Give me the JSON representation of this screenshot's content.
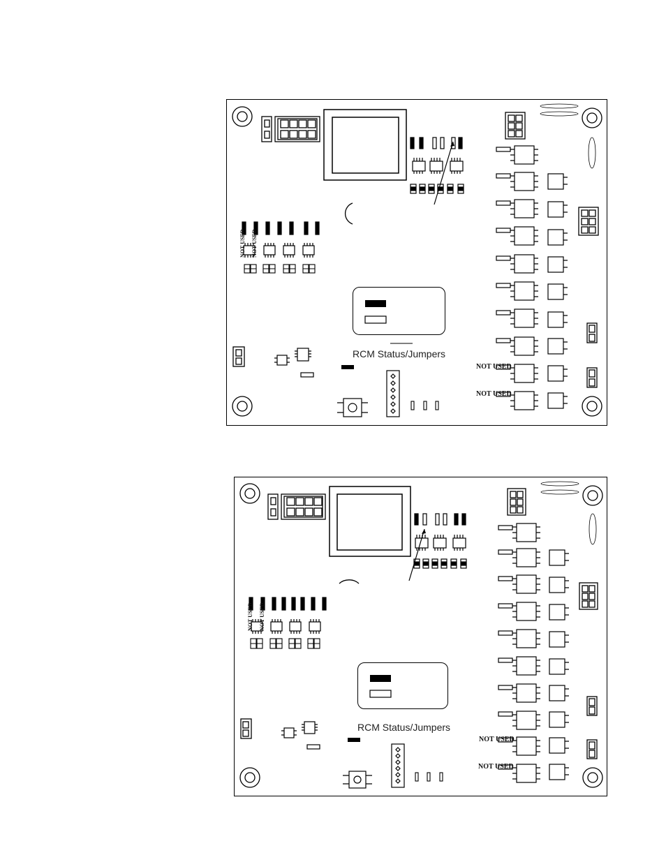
{
  "boards": [
    {
      "id": "board-top",
      "status_label": "RCM Status/Jumpers",
      "not_used_label": "NOT USED",
      "not_used_vertical_label": "NOT USED"
    },
    {
      "id": "board-bottom",
      "status_label": "RCM Status/Jumpers",
      "not_used_label": "NOT USED",
      "not_used_vertical_label": "NOT USED"
    }
  ]
}
